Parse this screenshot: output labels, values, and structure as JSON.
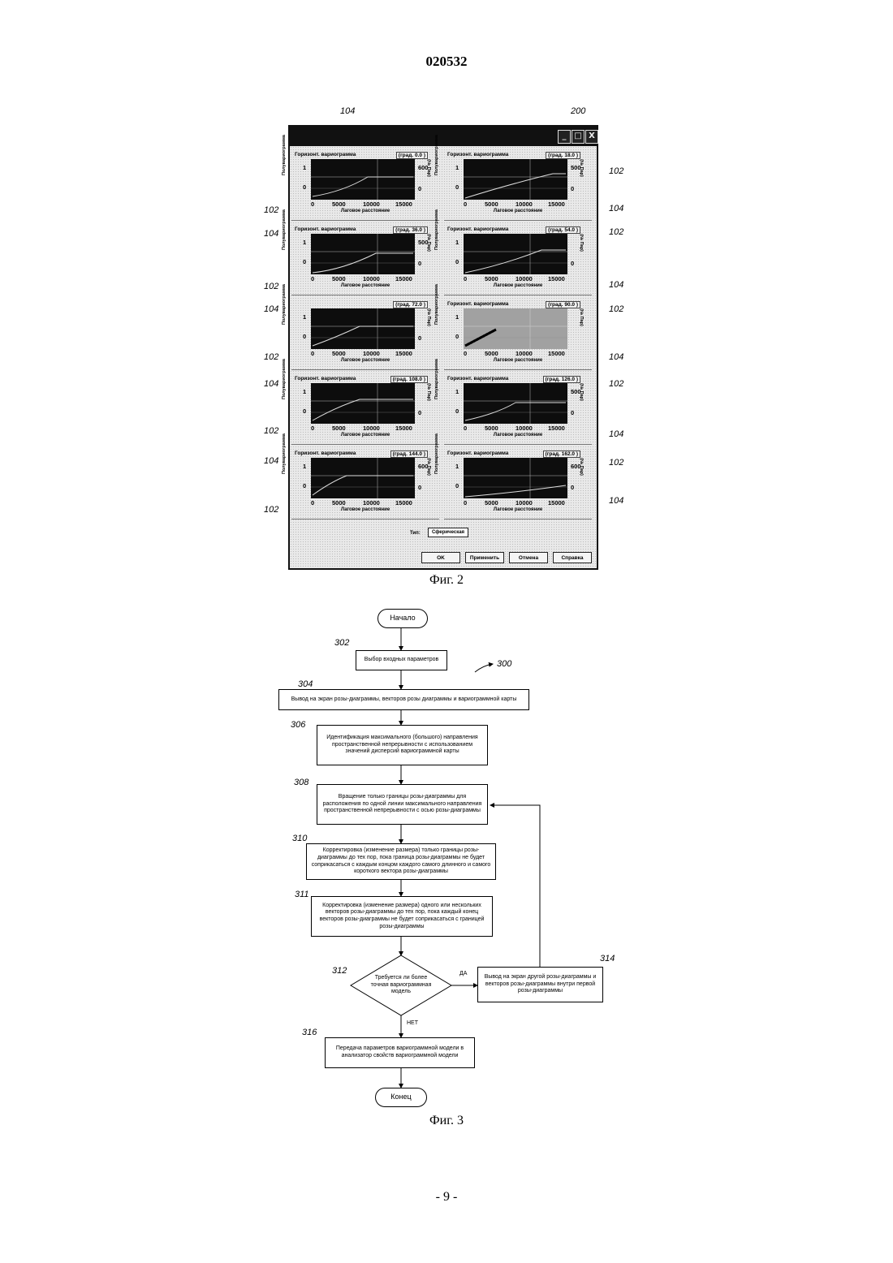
{
  "header": {
    "patent_number": "020532"
  },
  "fig2": {
    "caption": "Фиг. 2",
    "ref_window": "200",
    "window_buttons": {
      "minimize": "_",
      "maximize": "□",
      "close": "X"
    },
    "panels": [
      {
        "title": "Горизонт. вариограмма",
        "angle": "(град. 0.0 )",
        "ylabel": "Полувариограмма",
        "y2label": "(№ Пар)",
        "xlabel": "Лаговое расстояние",
        "xticks": [
          "0",
          "5000",
          "10000",
          "15000"
        ],
        "yticks": [
          "1",
          "0"
        ],
        "y2ticks": [
          "600",
          "0"
        ]
      },
      {
        "title": "Горизонт. вариограмма",
        "angle": "(град. 18.0 )",
        "ylabel": "Полувариограмма",
        "y2label": "(№ Пар)",
        "xlabel": "Лаговое расстояние",
        "xticks": [
          "0",
          "5000",
          "10000",
          "15000"
        ],
        "yticks": [
          "1",
          "0"
        ],
        "y2ticks": [
          "500",
          "0"
        ]
      },
      {
        "title": "Горизонт. вариограмма",
        "angle": "(град. 36.0 )",
        "ylabel": "Полувариограмма",
        "y2label": "(№ Пар)",
        "xlabel": "Лаговое расстояние",
        "xticks": [
          "0",
          "5000",
          "10000",
          "15000"
        ],
        "yticks": [
          "1",
          "0"
        ],
        "y2ticks": [
          "500",
          "0"
        ]
      },
      {
        "title": "Горизонт. вариограмма",
        "angle": "(град. 54.0 )",
        "ylabel": "Полувариограмма",
        "y2label": "(№ Пар)",
        "xlabel": "Лаговое расстояние",
        "xticks": [
          "0",
          "5000",
          "10000",
          "15000"
        ],
        "yticks": [
          "1",
          "0"
        ],
        "y2ticks": [
          "",
          "0"
        ]
      },
      {
        "title": "",
        "angle": "(град. 72.0 )",
        "ylabel": "Полувариограмма",
        "y2label": "(№ Пар)",
        "xlabel": "Лаговое расстояние",
        "xticks": [
          "0",
          "5000",
          "10000",
          "15000"
        ],
        "yticks": [
          "1",
          "0"
        ],
        "y2ticks": [
          "",
          "0"
        ]
      },
      {
        "title": "Горизонт. вариограмма",
        "angle": "(град. 90.0 )",
        "ylabel": "Полувариограмма",
        "y2label": "(№ Пар)",
        "xlabel": "Лаговое расстояние",
        "xticks": [
          "0",
          "5000",
          "10000",
          "15000"
        ],
        "yticks": [
          "1",
          "0"
        ],
        "y2ticks": [
          "",
          ""
        ]
      },
      {
        "title": "Горизонт. вариограмма",
        "angle": "(град. 108.0 )",
        "ylabel": "Полувариограмма",
        "y2label": "(№ Пар)",
        "xlabel": "Лаговое расстояние",
        "xticks": [
          "0",
          "5000",
          "10000",
          "15000"
        ],
        "yticks": [
          "1",
          "0"
        ],
        "y2ticks": [
          "",
          "0"
        ]
      },
      {
        "title": "Горизонт. вариограмма",
        "angle": "(град. 126.0 )",
        "ylabel": "Полувариограмма",
        "y2label": "(№ Пар)",
        "xlabel": "Лаговое расстояние",
        "xticks": [
          "0",
          "5000",
          "10000",
          "15000"
        ],
        "yticks": [
          "1",
          "0"
        ],
        "y2ticks": [
          "500",
          "0"
        ]
      },
      {
        "title": "Горизонт. вариограмма",
        "angle": "(град. 144.0 )",
        "ylabel": "Полувариограмма",
        "y2label": "(№ Пар)",
        "xlabel": "Лаговое расстояние",
        "xticks": [
          "0",
          "5000",
          "10000",
          "15000"
        ],
        "yticks": [
          "1",
          "0"
        ],
        "y2ticks": [
          "600",
          "0"
        ]
      },
      {
        "title": "Горизонт. вариограмма",
        "angle": "(град. 162.0 )",
        "ylabel": "Полувариограмма",
        "y2label": "(№ Пар)",
        "xlabel": "Лаговое расстояние",
        "xticks": [
          "0",
          "5000",
          "10000",
          "15000"
        ],
        "yticks": [
          "1",
          "0"
        ],
        "y2ticks": [
          "600",
          "0"
        ]
      }
    ],
    "type_label": "Тип:",
    "type_value": "Сферическая",
    "buttons": {
      "ok": "OK",
      "apply": "Применить",
      "cancel": "Отмена",
      "help": "Справка"
    },
    "refs": {
      "r102": "102",
      "r104": "104"
    }
  },
  "fig3": {
    "caption": "Фиг. 3",
    "ref_main": "300",
    "start": "Начало",
    "end": "Конец",
    "steps": [
      {
        "ref": "302",
        "text": "Выбор входных параметров"
      },
      {
        "ref": "304",
        "text": "Вывод на экран розы-диаграммы, векторов розы диаграммы и вариограммной карты"
      },
      {
        "ref": "306",
        "text": "Идентификация максимального (большого) направления пространственной непрерывности с использованием значений дисперсий вариограммной карты"
      },
      {
        "ref": "308",
        "text": "Вращение только границы розы-диаграммы для расположения по одной линии максимального направления пространственной непрерывности с осью розы-диаграммы"
      },
      {
        "ref": "310",
        "text": "Корректировка (изменение размера) только границы розы-диаграммы до тех пор, пока граница розы-диаграммы не будет соприкасаться с каждым концом каждого самого длинного и самого короткого вектора розы-диаграммы"
      },
      {
        "ref": "311",
        "text": "Корректировка (изменение размера) одного или нескольких векторов розы-диаграммы до тех пор, пока каждый конец векторов розы-диаграммы не будет соприкасаться с границей розы-диаграммы"
      },
      {
        "ref": "312",
        "text": "Требуется ли более точная вариограммная модель"
      },
      {
        "ref": "314",
        "text": "Вывод на экран другой розы-диаграммы и векторов розы-диаграммы внутри первой розы-диаграммы"
      },
      {
        "ref": "316",
        "text": "Передача параметров вариограммной модели в анализатор свойств вариограммной модели"
      }
    ],
    "yes": "ДА",
    "no": "НЕТ"
  },
  "footer": {
    "page": "- 9 -"
  }
}
